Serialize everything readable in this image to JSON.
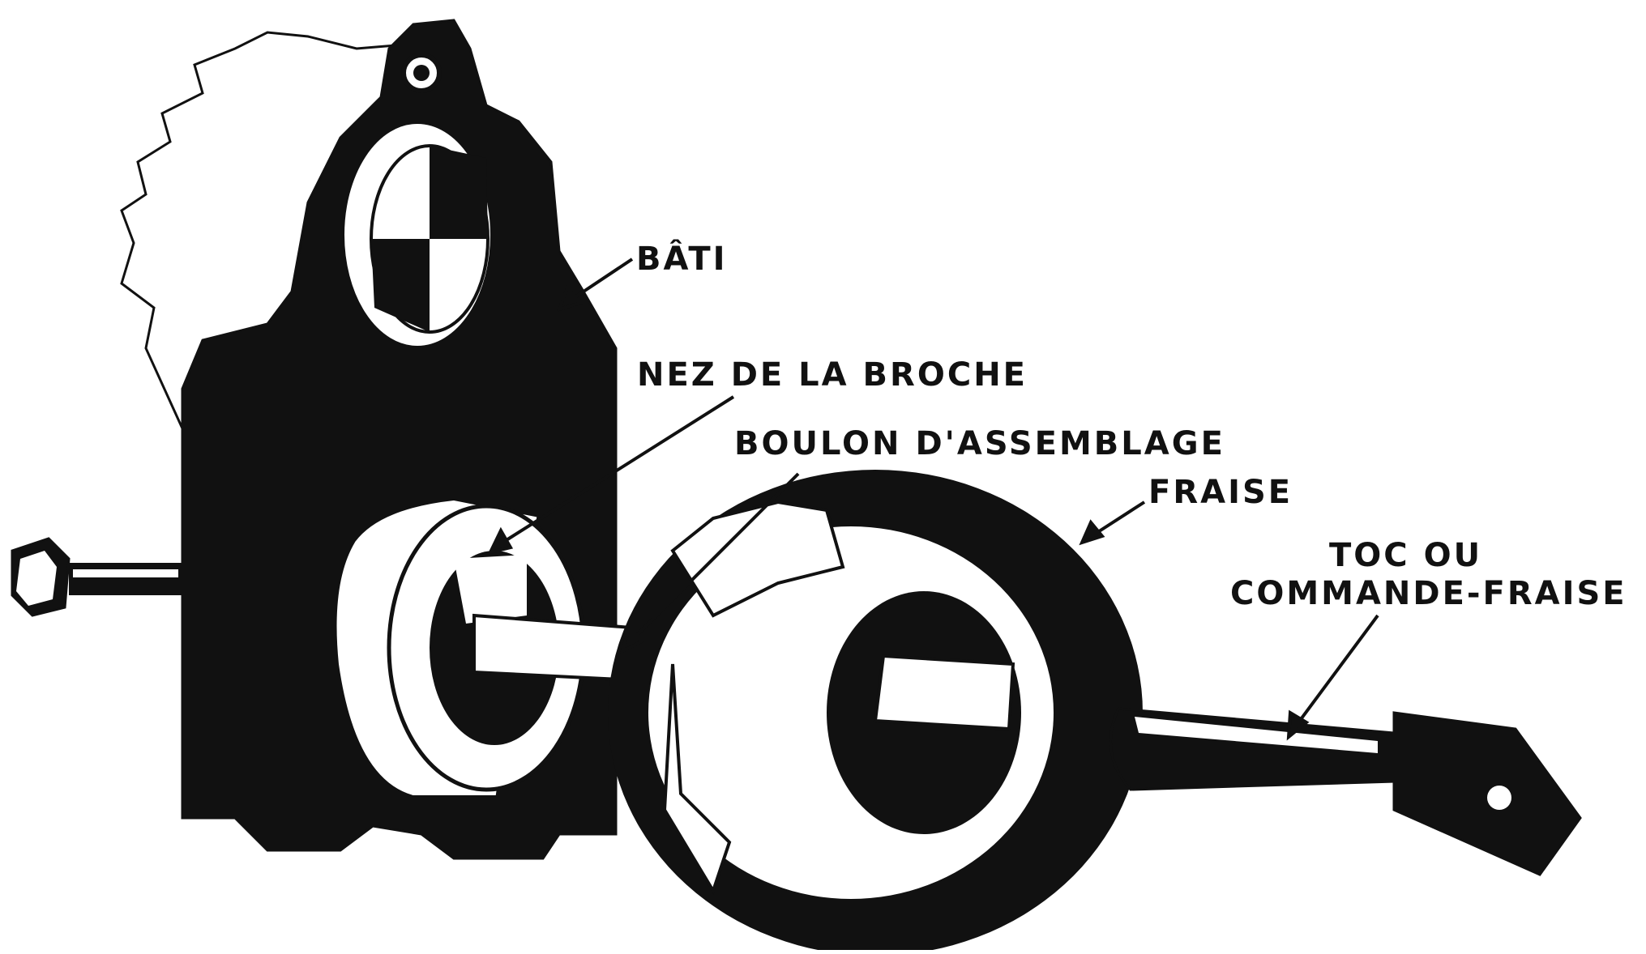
{
  "labels": {
    "bati": "BÂTI",
    "nez": "NEZ DE LA BROCHE",
    "boulon": "BOULON D'ASSEMBLAGE",
    "fraise": "FRAISE",
    "toc_line1": "TOC OU",
    "toc_line2": "COMMANDE-FRAISE"
  },
  "colors": {
    "ink": "#111111",
    "paper": "#ffffff"
  }
}
